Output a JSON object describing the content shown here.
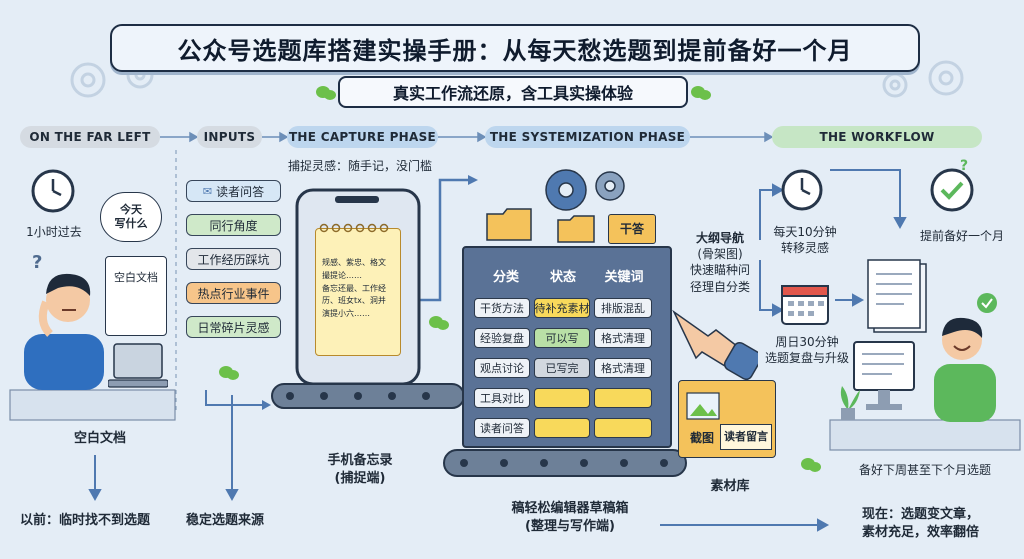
{
  "header": {
    "title": "公众号选题库搭建实操手册：从每天愁选题到提前备好一个月",
    "subtitle": "真实工作流还原，含工具实操体验"
  },
  "phases": [
    {
      "label": "ON THE FAR LEFT"
    },
    {
      "label": "INPUTS"
    },
    {
      "label": "THE CAPTURE PHASE"
    },
    {
      "label": "THE SYSTEMIZATION PHASE"
    },
    {
      "label": "THE WORKFLOW"
    }
  ],
  "left": {
    "clock_caption": "1小时过去",
    "thought_bubble": "今天\n写什么",
    "screen_note": "空白文档",
    "caption": "空白文档",
    "bottom_caption": "以前：临时找不到选题"
  },
  "inputs": {
    "tags": [
      "读者问答",
      "同行角度",
      "工作经历踩坑",
      "热点行业事件",
      "日常碎片灵感"
    ],
    "tag_colors": [
      "#d6e7f6",
      "#cfe9c9",
      "#e3e6ea",
      "#f7c58a",
      "#cfe9c9"
    ],
    "bottom_caption": "稳定选题来源"
  },
  "capture": {
    "header_caption": "捕捉灵感：随手记，没门槛",
    "note_lines": [
      "规感、紫忠、格文",
      "撮提论……",
      "备忘还最、工作经",
      "历、班女tx、洞并",
      "演提小六……"
    ],
    "caption_line1": "手机备忘录",
    "caption_line2": "(捕捉端)"
  },
  "system": {
    "folder_label": "干答",
    "columns": [
      "分类",
      "状态",
      "关键词"
    ],
    "rows": [
      [
        "干货方法",
        "待补充素材",
        "排版混乱"
      ],
      [
        "经验复盘",
        "可以写",
        "格式清理"
      ],
      [
        "观点讨论",
        "已写完",
        "格式清理"
      ],
      [
        "工具对比",
        "",
        ""
      ],
      [
        "读者问答",
        "",
        ""
      ]
    ],
    "outline_note": [
      "大纲导航",
      "(骨架图)",
      "快速瞄种问",
      "径理自分类"
    ],
    "material_labels": [
      "截图",
      "读者留言"
    ],
    "material_caption": "素材库",
    "caption_line1": "稿轻松编辑器草稿箱",
    "caption_line2": "(整理与写作端)"
  },
  "workflow": {
    "step1": [
      "每天10分钟",
      "转移灵感"
    ],
    "step2": [
      "周日30分钟",
      "选题复盘与升级"
    ],
    "result_caption": "提前备好一个月",
    "desk_caption": "备好下周甚至下个月选题",
    "bottom_caption": [
      "现在：选题变文章，",
      "素材充足，效率翻倍"
    ]
  },
  "colors": {
    "accent_blue": "#4f79b0",
    "accent_green": "#5cb85c",
    "cabinet": "#5a7296",
    "folder": "#f4c25b"
  }
}
